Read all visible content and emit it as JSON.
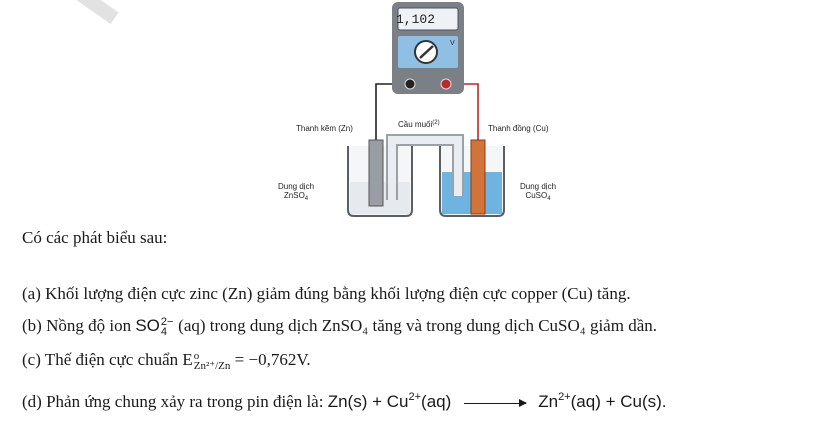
{
  "figure": {
    "voltmeter_reading": "1,102",
    "unit_v": "V",
    "label_zn_rod": "Thanh kẽm (Zn)",
    "label_salt_bridge": "Cầu muối",
    "label_salt_bridge_sup": "(2)",
    "label_cu_rod": "Thanh đồng (Cu)",
    "label_zn_solution_1": "Dung dịch",
    "label_zn_solution_2": "ZnSO",
    "label_zn_solution_sub": "4",
    "label_cu_solution_1": "Dung dịch",
    "label_cu_solution_2": "CuSO",
    "label_cu_solution_sub": "4"
  },
  "intro": "Có các phát biểu sau:",
  "statements": {
    "a": "(a) Khối lượng điện cực zinc (Zn) giảm đúng bằng khối lượng điện cực copper (Cu) tăng.",
    "b_prefix": "(b) Nồng độ ion",
    "b_ion": "SO",
    "b_ion_sup": "2−",
    "b_ion_sub": "4",
    "b_suffix": "(aq) trong dung dịch ZnSO₄ tăng và trong dung dịch CuSO₄ giảm dần.",
    "c_prefix": "(c) Thế điện cực chuẩn",
    "c_symbol": "E",
    "c_sup": "o",
    "c_sub": "Zn²⁺/Zn",
    "c_value": "= −0,762V.",
    "d_prefix": "(d) Phản ứng chung xảy ra trong pin điện là:",
    "d_lhs_1": "Zn(s) + Cu",
    "d_lhs_sup": "2+",
    "d_lhs_2": "(aq)",
    "d_rhs_1": "Zn",
    "d_rhs_sup": "2+",
    "d_rhs_2": "(aq) + Cu(s)."
  }
}
